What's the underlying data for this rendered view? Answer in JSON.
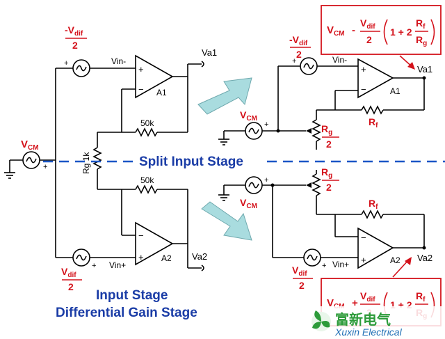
{
  "stage_titles": {
    "split": "Split Input Stage",
    "input": "Input Stage",
    "diff": "Differential Gain Stage"
  },
  "labels": {
    "vcm_base": "V",
    "vcm_sub": "CM",
    "vdif_minus": "-V",
    "vdif_base": "V",
    "vdif_sub": "dif",
    "two": "2",
    "vin_minus": "Vin-",
    "vin_plus": "Vin+",
    "va1": "Va1",
    "va2": "Va2",
    "a1": "A1",
    "a2": "A2",
    "r50k": "50k",
    "rg1k": "Rg 1k",
    "rg_base": "R",
    "rg_sub": "g",
    "rf_base": "R",
    "rf_sub": "f",
    "plus": "+",
    "minus": "−"
  },
  "formula_top": {
    "vcm": "V",
    "vcm_sub": "CM",
    "op": "-",
    "vdif": "V",
    "vdif_sub": "dif",
    "den": "2",
    "one_plus_two": "1 + 2",
    "rf": "R",
    "rf_sub": "f",
    "rg": "R",
    "rg_sub": "g"
  },
  "formula_bottom": {
    "vcm": "V",
    "vcm_sub": "CM",
    "op": "+",
    "vdif": "V",
    "vdif_sub": "dif",
    "den": "2",
    "one_plus_two": "1 + 2",
    "rf": "R",
    "rf_sub": "f",
    "rg": "R",
    "rg_sub": "g"
  },
  "logo": {
    "cn": "富新电气",
    "en": "Xuxin Electrical"
  },
  "colors": {
    "red": "#d4121b",
    "blue_text": "#1a3ca6",
    "dash": "#1a56c6",
    "arrow": "#a9dcdf"
  }
}
